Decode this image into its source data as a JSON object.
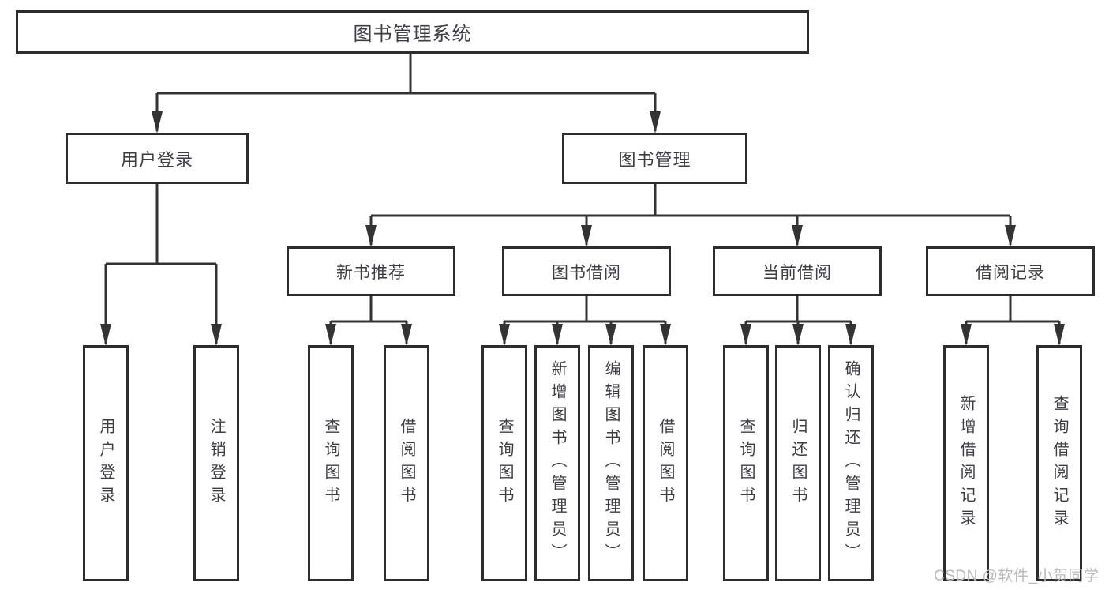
{
  "diagram": {
    "title": "图书管理系统",
    "watermark": "CSDN @软件_小贺同学",
    "colors": {
      "background": "#ffffff",
      "box_border": "#2d2d2d",
      "connector_line": "#333333",
      "text": "#3d3d44",
      "watermark_text": "#b9b9b9"
    }
  },
  "tree": {
    "root": {
      "label": "图书管理系统"
    },
    "user_login": {
      "label": "用户登录",
      "children": [
        {
          "label": "用户登录"
        },
        {
          "label": "注销登录"
        }
      ]
    },
    "book_mgmt": {
      "label": "图书管理",
      "groups": [
        {
          "label": "新书推荐",
          "children": [
            {
              "label": "查询图书"
            },
            {
              "label": "借阅图书"
            }
          ]
        },
        {
          "label": "图书借阅",
          "children": [
            {
              "label": "查询图书"
            },
            {
              "label": "新增图书（管理员）"
            },
            {
              "label": "编辑图书（管理员）"
            },
            {
              "label": "借阅图书"
            }
          ]
        },
        {
          "label": "当前借阅",
          "children": [
            {
              "label": "查询图书"
            },
            {
              "label": "归还图书"
            },
            {
              "label": "确认归还（管理员）"
            }
          ]
        },
        {
          "label": "借阅记录",
          "children": [
            {
              "label": "新增借阅记录"
            },
            {
              "label": "查询借阅记录"
            }
          ]
        }
      ]
    }
  }
}
